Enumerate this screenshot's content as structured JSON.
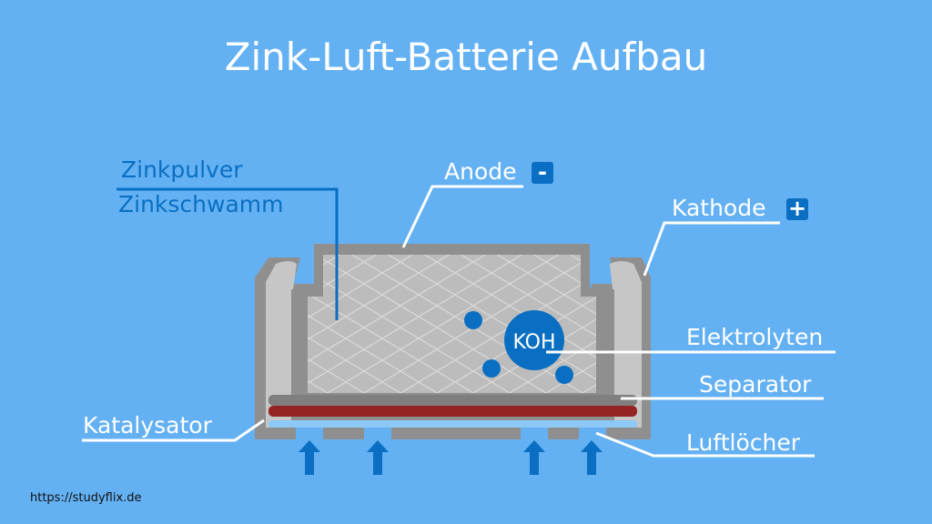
{
  "title": "Zink-Luft-Batterie Aufbau",
  "labels": {
    "zinkpulver": "Zinkpulver",
    "zinkschwamm": "Zinkschwamm",
    "anode": "Anode",
    "anode_sign": "-",
    "kathode": "Kathode",
    "kathode_sign": "+",
    "elektrolyten": "Elektrolyten",
    "koh": "KOH",
    "separator": "Separator",
    "katalysator": "Katalysator",
    "luftloecher": "Luftlöcher"
  },
  "source": "https://studyflix.de",
  "colors": {
    "background": "#63b1f3",
    "accent_blue": "#0a6fc2",
    "casing_dark": "#8f8f8f",
    "casing_light": "#c6c6c6",
    "catalyst_red": "#952323",
    "separator_gray": "#7f7f7f"
  }
}
